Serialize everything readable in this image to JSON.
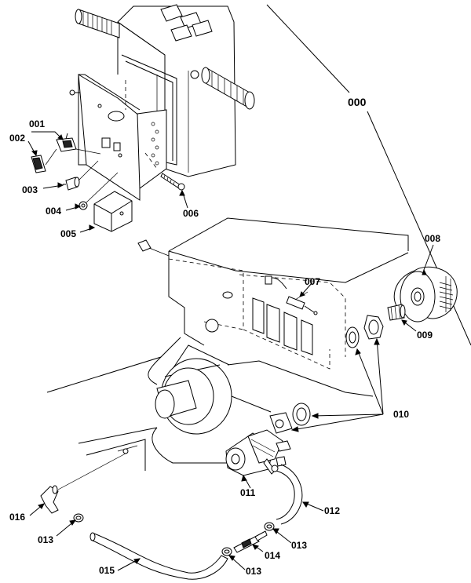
{
  "callouts": {
    "c000": "000",
    "c001": "001",
    "c002": "002",
    "c003": "003",
    "c004": "004",
    "c005": "005",
    "c006": "006",
    "c007": "007",
    "c008": "008",
    "c009": "009",
    "c010": "010",
    "c011": "011",
    "c012": "012",
    "c013a": "013",
    "c013b": "013",
    "c013c": "013",
    "c014": "014",
    "c015": "015",
    "c016": "016"
  }
}
